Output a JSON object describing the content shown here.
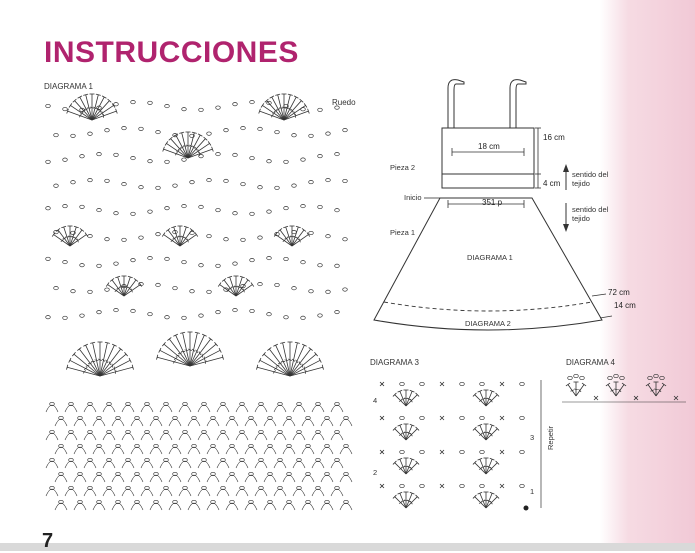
{
  "page": {
    "title": "INSTRUCCIONES",
    "page_number": "7"
  },
  "diagram1": {
    "label": "DIAGRAMA 1",
    "ruedo_label": "Ruedo"
  },
  "schematic": {
    "pieza2_label": "Pieza 2",
    "pieza1_label": "Pieza 1",
    "inicio_label": "Inicio",
    "width_18": "18 cm",
    "height_16": "16 cm",
    "height_4": "4 cm",
    "sentido_1": "sentido del",
    "tejido_1": "tejido",
    "sentido_2": "sentido del",
    "tejido_2": "tejido",
    "stitches_351": "351 p",
    "diagram1_ref": "DIAGRAMA 1",
    "diagram2_ref": "DIAGRAMA 2",
    "dim_72": "72 cm",
    "dim_14": "14 cm"
  },
  "diagram3": {
    "label": "DIAGRAMA 3",
    "repetir_label": "Repetir",
    "row_numbers": [
      "4",
      "3",
      "2",
      "1"
    ]
  },
  "diagram4": {
    "label": "DIAGRAMA 4"
  },
  "colors": {
    "title_color": "#b0236e",
    "line_color": "#333333"
  }
}
